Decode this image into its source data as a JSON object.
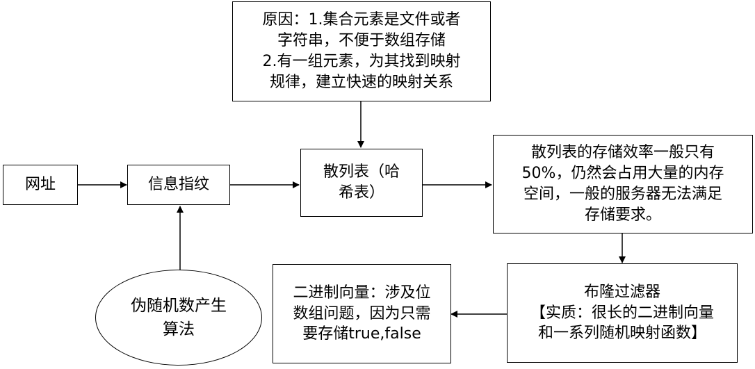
{
  "nodes": {
    "url": {
      "label": "网址"
    },
    "fingerprint": {
      "label": "信息指纹"
    },
    "hash_table": {
      "lines": [
        "散列表（哈",
        "希表）"
      ]
    },
    "reason": {
      "lines": [
        "原因：1.集合元素是文件或者",
        "字符串，不便于数组存储",
        "2.有一组元素，为其找到映射",
        "规律，建立快速的映射关系"
      ]
    },
    "efficiency": {
      "lines": [
        "散列表的存储效率一般只有",
        "50%，仍然会占用大量的内存",
        "空间，一般的服务器无法满足",
        "存储要求。"
      ]
    },
    "bloom_filter": {
      "lines": [
        "布隆过滤器",
        "【实质：很长的二进制向量",
        "和一系列随机映射函数】"
      ]
    },
    "bit_vector": {
      "lines": [
        "二进制向量：涉及位",
        "数组问题，因为只需",
        "要存储true,false"
      ]
    },
    "prng": {
      "lines": [
        "伪随机数产生",
        "算法"
      ]
    }
  },
  "edges": [
    {
      "from": "url",
      "to": "fingerprint"
    },
    {
      "from": "prng",
      "to": "fingerprint"
    },
    {
      "from": "fingerprint",
      "to": "hash_table"
    },
    {
      "from": "reason",
      "to": "hash_table"
    },
    {
      "from": "hash_table",
      "to": "efficiency"
    },
    {
      "from": "efficiency",
      "to": "bloom_filter"
    },
    {
      "from": "bloom_filter",
      "to": "bit_vector"
    }
  ],
  "colors": {
    "stroke": "#000000",
    "fill": "#ffffff",
    "text": "#000000"
  }
}
